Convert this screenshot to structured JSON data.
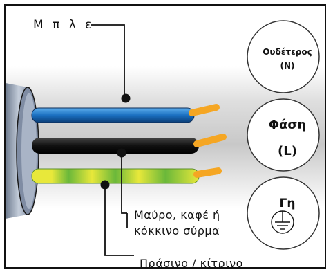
{
  "labels": {
    "blue_wire": "Μ π λ ε",
    "black_wire_line1": "Μαύρο, καφέ ή",
    "black_wire_line2": "κόκκινο σύρμα",
    "green_wire": "Πράσινο / κίτρινο"
  },
  "circles": {
    "neutral": {
      "title": "Ουδέτερος",
      "subtitle": "(N)"
    },
    "phase": {
      "title": "Φάση",
      "subtitle": "(L)"
    },
    "earth": {
      "title": "Γη",
      "icon": "ground-symbol-icon"
    }
  },
  "colors": {
    "blue_wire": "#1f78c8",
    "black_wire": "#111111",
    "green_yellow_wire": "#8cc63f",
    "copper_tip": "#f5a623",
    "cable_sheath": "#9aa6b8",
    "background_gradient": "#c9c9c9"
  }
}
